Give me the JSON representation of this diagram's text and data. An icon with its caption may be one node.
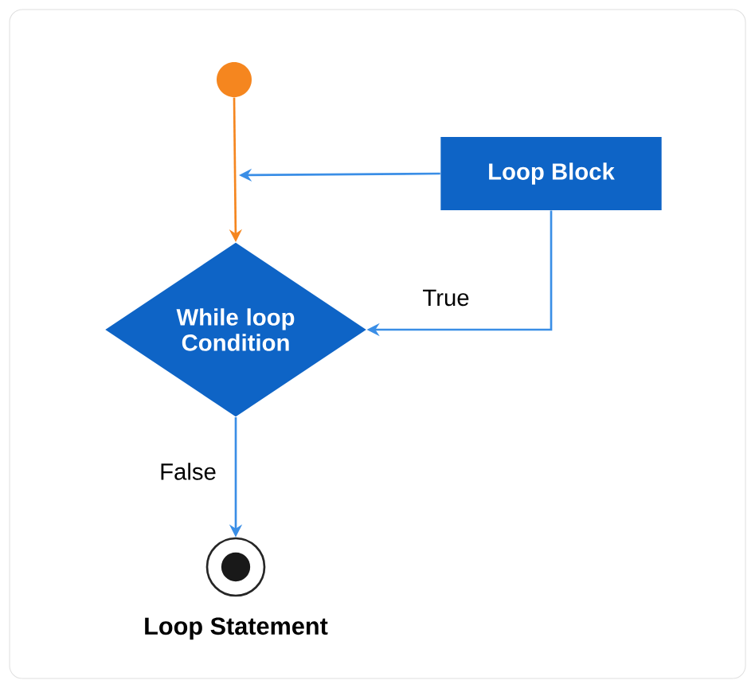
{
  "diagram": {
    "nodes": [
      {
        "text": [],
        "shape": "circle"
      },
      {
        "text": [
          "Loop Block"
        ]
      },
      {
        "text": [
          "While loop Condition"
        ]
      },
      {
        "text": [],
        "shape": "circle",
        "beside": [
          "Loop Statement"
        ]
      }
    ],
    "edges": [
      {
        "from": 0,
        "to": 2,
        "arrow": "to",
        "color": "#f5861f"
      },
      {
        "from": 1,
        "to": null,
        "arrow": "to"
      },
      {
        "from": 1,
        "to": 2,
        "arrow": "to",
        "label": "True"
      },
      {
        "from": 2,
        "to": 3,
        "arrow": "to",
        "label": "False"
      }
    ]
  }
}
